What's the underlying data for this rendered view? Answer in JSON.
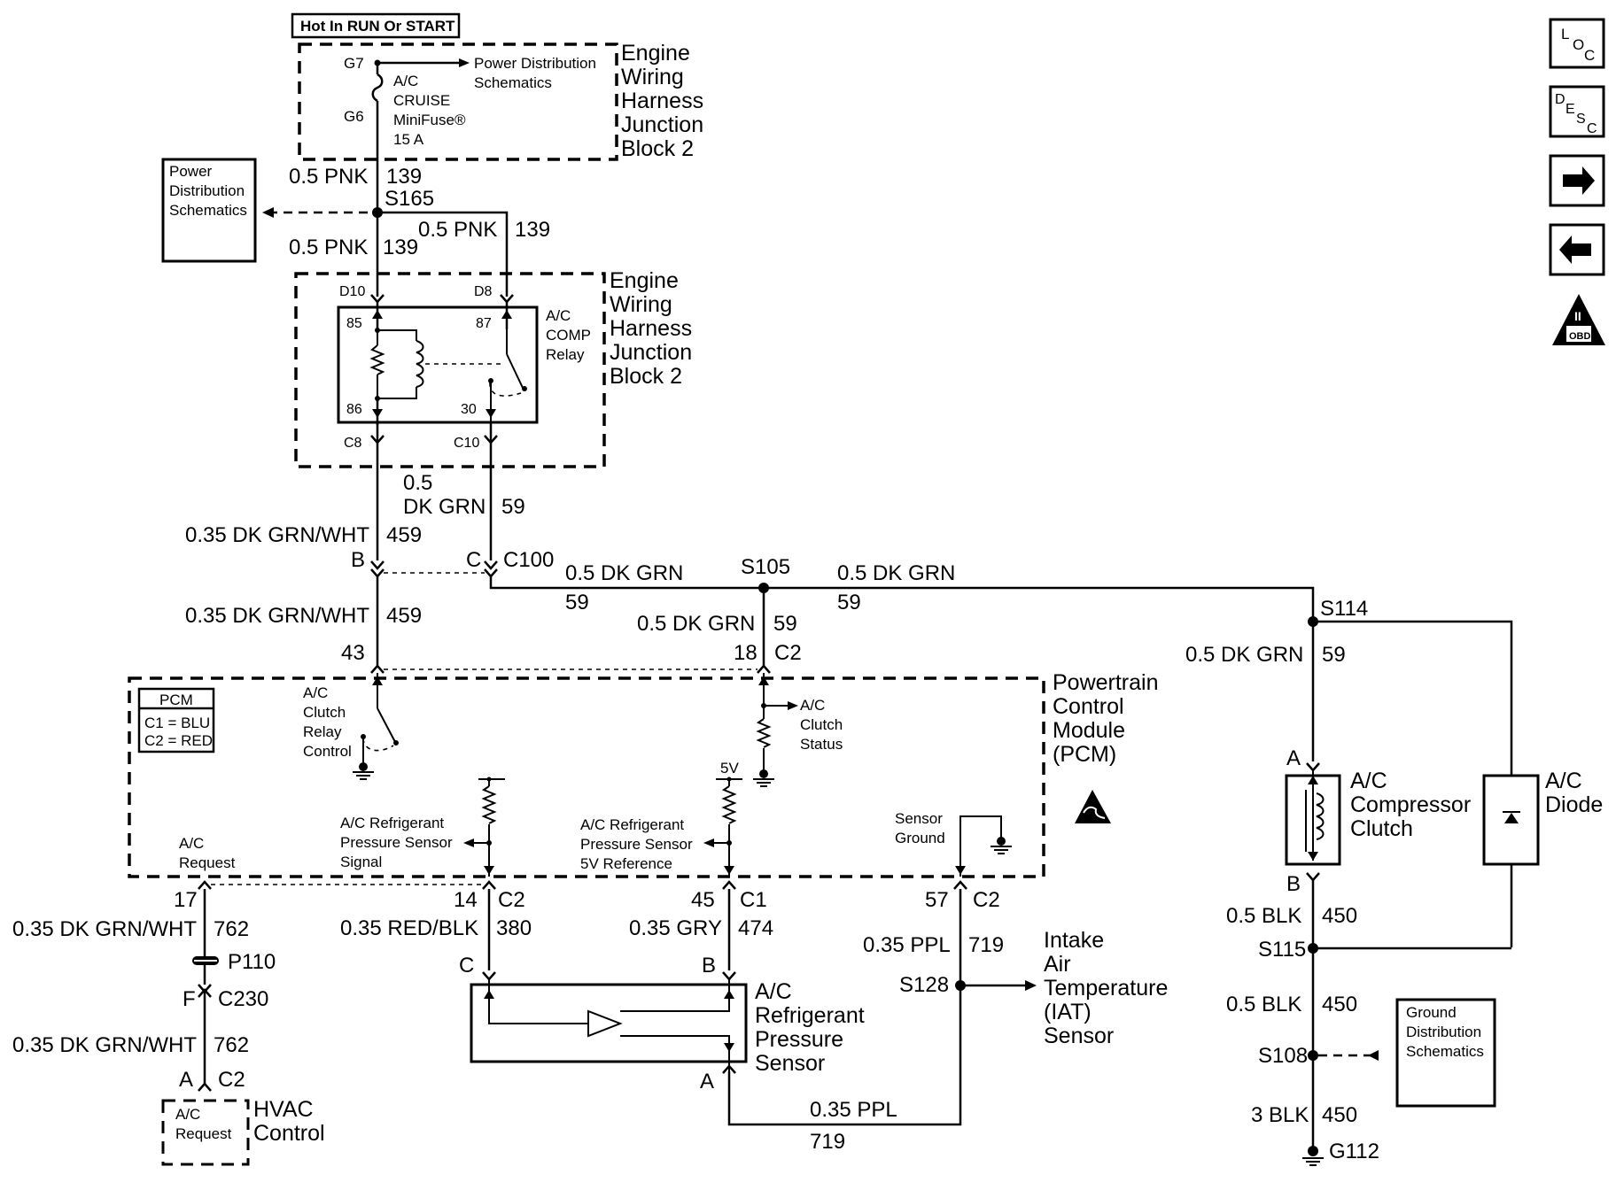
{
  "fuse": {
    "hot_label": "Hot In RUN Or START",
    "top_pin": "G7",
    "bottom_pin": "G6",
    "name_lines": [
      "A/C",
      "CRUISE",
      "MiniFuse®",
      "15 A"
    ],
    "pds_arrow_label": [
      "Power Distribution",
      "Schematics"
    ],
    "block_label": [
      "Engine",
      "Wiring",
      "Harness",
      "Junction",
      "Block 2"
    ]
  },
  "pds_box": {
    "lines": [
      "Power",
      "Distribution",
      "Schematics"
    ]
  },
  "wires": {
    "pnk_top_size": "0.5 PNK",
    "pnk_top_circuit": "139",
    "splice_s165": "S165",
    "pnk_left_size": "0.5 PNK",
    "pnk_left_circuit": "139",
    "pnk_right_size": "0.5 PNK",
    "pnk_right_circuit": "139",
    "grn_relay_size": "0.5",
    "grn_relay_color": "DK GRN",
    "grn_relay_circuit": "59",
    "wht_upper_size": "0.35 DK GRN/WHT",
    "wht_upper_circuit": "459",
    "c100_b": "B",
    "c100_c": "C",
    "c100_name": "C100",
    "wht_lower_size": "0.35 DK GRN/WHT",
    "wht_lower_circuit": "459",
    "horiz_left_size": "0.5 DK GRN",
    "horiz_left_circuit": "59",
    "splice_s105": "S105",
    "horiz_right_size": "0.5 DK GRN",
    "horiz_right_circuit": "59",
    "s105_down_size": "0.5 DK GRN",
    "s105_down_circuit": "59",
    "splice_s114": "S114",
    "s114_down_size": "0.5 DK GRN",
    "s114_down_circuit": "59"
  },
  "relay": {
    "pins": {
      "d10": "D10",
      "d8": "D8",
      "p85": "85",
      "p87": "87",
      "p86": "86",
      "p30": "30",
      "c8": "C8",
      "c10": "C10"
    },
    "name_lines": [
      "A/C",
      "COMP",
      "Relay"
    ],
    "block_label": [
      "Engine",
      "Wiring",
      "Harness",
      "Junction",
      "Block 2"
    ]
  },
  "pcm": {
    "legend_title": "PCM",
    "legend_c1": "C1 = BLU",
    "legend_c2": "C2 = RED",
    "label_lines": [
      "Powertrain",
      "Control",
      "Module",
      "(PCM)"
    ],
    "pin_43": "43",
    "pin_18": "18",
    "pin_18_conn": "C2",
    "clutch_relay_control": [
      "A/C",
      "Clutch",
      "Relay",
      "Control"
    ],
    "clutch_status": [
      "A/C",
      "Clutch",
      "Status"
    ],
    "five_v": "5V",
    "signal_label": [
      "A/C Refrigerant",
      "Pressure Sensor",
      "Signal"
    ],
    "ref_label": [
      "A/C Refrigerant",
      "Pressure Sensor",
      "5V Reference"
    ],
    "ac_request": [
      "A/C",
      "Request"
    ],
    "sensor_ground": [
      "Sensor",
      "Ground"
    ]
  },
  "pcm_bottom": {
    "pin17": "17",
    "pin14": "14",
    "pin14_conn": "C2",
    "pin45": "45",
    "pin45_conn": "C1",
    "pin57": "57",
    "pin57_conn": "C2"
  },
  "lower_wires": {
    "w762a_size": "0.35 DK GRN/WHT",
    "w762a_circuit": "762",
    "p110": "P110",
    "c230_f": "F",
    "c230_name": "C230",
    "w762b_size": "0.35 DK GRN/WHT",
    "w762b_circuit": "762",
    "c2_a": "A",
    "c2_name": "C2",
    "w380_size": "0.35 RED/BLK",
    "w380_circuit": "380",
    "w474_size": "0.35 GRY",
    "w474_circuit": "474",
    "w719_size": "0.35 PPL",
    "w719_circuit": "719",
    "splice_s128": "S128",
    "bottom_ppl_size": "0.35 PPL",
    "bottom_ppl_circuit": "719"
  },
  "hvac": {
    "box_lines": [
      "A/C",
      "Request"
    ],
    "label_lines": [
      "HVAC",
      "Control"
    ]
  },
  "iat": {
    "label_lines": [
      "Intake",
      "Air",
      "Temperature",
      "(IAT)",
      "Sensor"
    ]
  },
  "sensor": {
    "pin_c": "C",
    "pin_b": "B",
    "pin_a": "A",
    "label_lines": [
      "A/C",
      "Refrigerant",
      "Pressure",
      "Sensor"
    ]
  },
  "clutch": {
    "pin_a": "A",
    "pin_b": "B",
    "label_lines": [
      "A/C",
      "Compressor",
      "Clutch"
    ],
    "diode_label": [
      "A/C",
      "Diode"
    ]
  },
  "ground_path": {
    "w450a_size": "0.5 BLK",
    "w450a_circuit": "450",
    "splice_s115": "S115",
    "w450b_size": "0.5 BLK",
    "w450b_circuit": "450",
    "splice_s108": "S108",
    "w450c_size": "3 BLK",
    "w450c_circuit": "450",
    "ground": "G112"
  },
  "gds_box": {
    "lines": [
      "Ground",
      "Distribution",
      "Schematics"
    ]
  },
  "nav": {
    "loc": [
      "L",
      "O",
      "C"
    ],
    "desc": [
      "D",
      "E",
      "S",
      "C"
    ],
    "obd_text": "OBD II",
    "obd_roman": "II",
    "forward_icon": "arrow-right",
    "back_icon": "arrow-left"
  }
}
